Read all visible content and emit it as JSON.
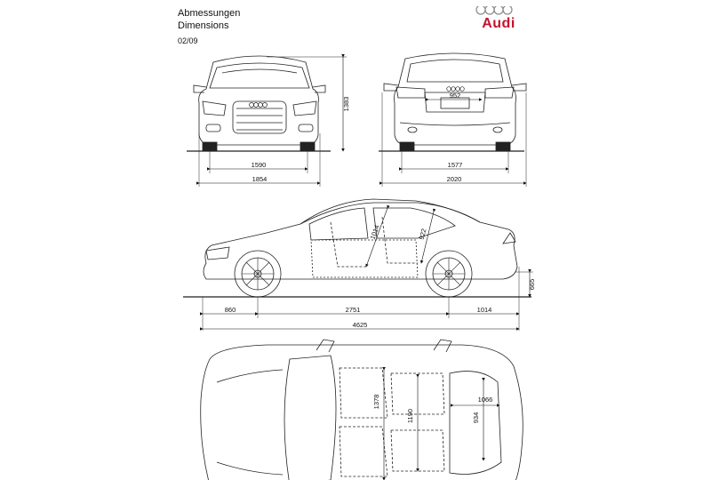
{
  "header": {
    "title_de": "Abmessungen",
    "title_en": "Dimensions",
    "date": "02/09"
  },
  "brand": {
    "name": "Audi",
    "color": "#c8102e"
  },
  "views": {
    "front": {
      "track_width": "1590",
      "overall_width": "1854",
      "height": "1383"
    },
    "rear": {
      "trunk_opening": "952",
      "track_width": "1577",
      "width_with_mirrors": "2020"
    },
    "side": {
      "front_overhang": "860",
      "wheelbase": "2751",
      "rear_overhang": "1014",
      "overall_length": "4625",
      "ground_to_sill": "665",
      "front_headroom_diag": "1014",
      "rear_headroom_diag": "922"
    },
    "top": {
      "front_shoulder_width": "1378",
      "rear_shoulder_width": "1190",
      "trunk_width": "1066",
      "trunk_depth": "934"
    }
  }
}
